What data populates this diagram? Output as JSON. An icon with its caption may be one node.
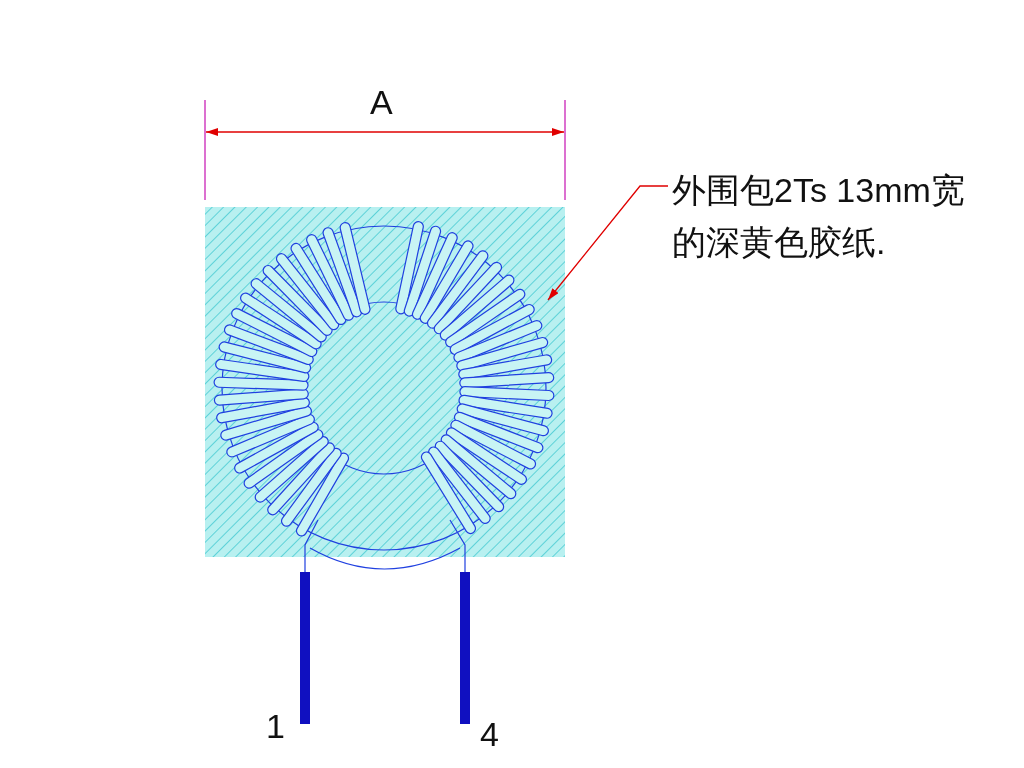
{
  "diagram": {
    "nodes": [
      {
        "text": [
          "外围包2Ts 13mm宽的深黄色胶纸."
        ]
      },
      {
        "text": [],
        "shape": "picture"
      }
    ],
    "edges": [
      {
        "from": 0,
        "to": 1,
        "arrow": "to"
      }
    ],
    "labels": [
      "A",
      "1",
      "4"
    ]
  }
}
